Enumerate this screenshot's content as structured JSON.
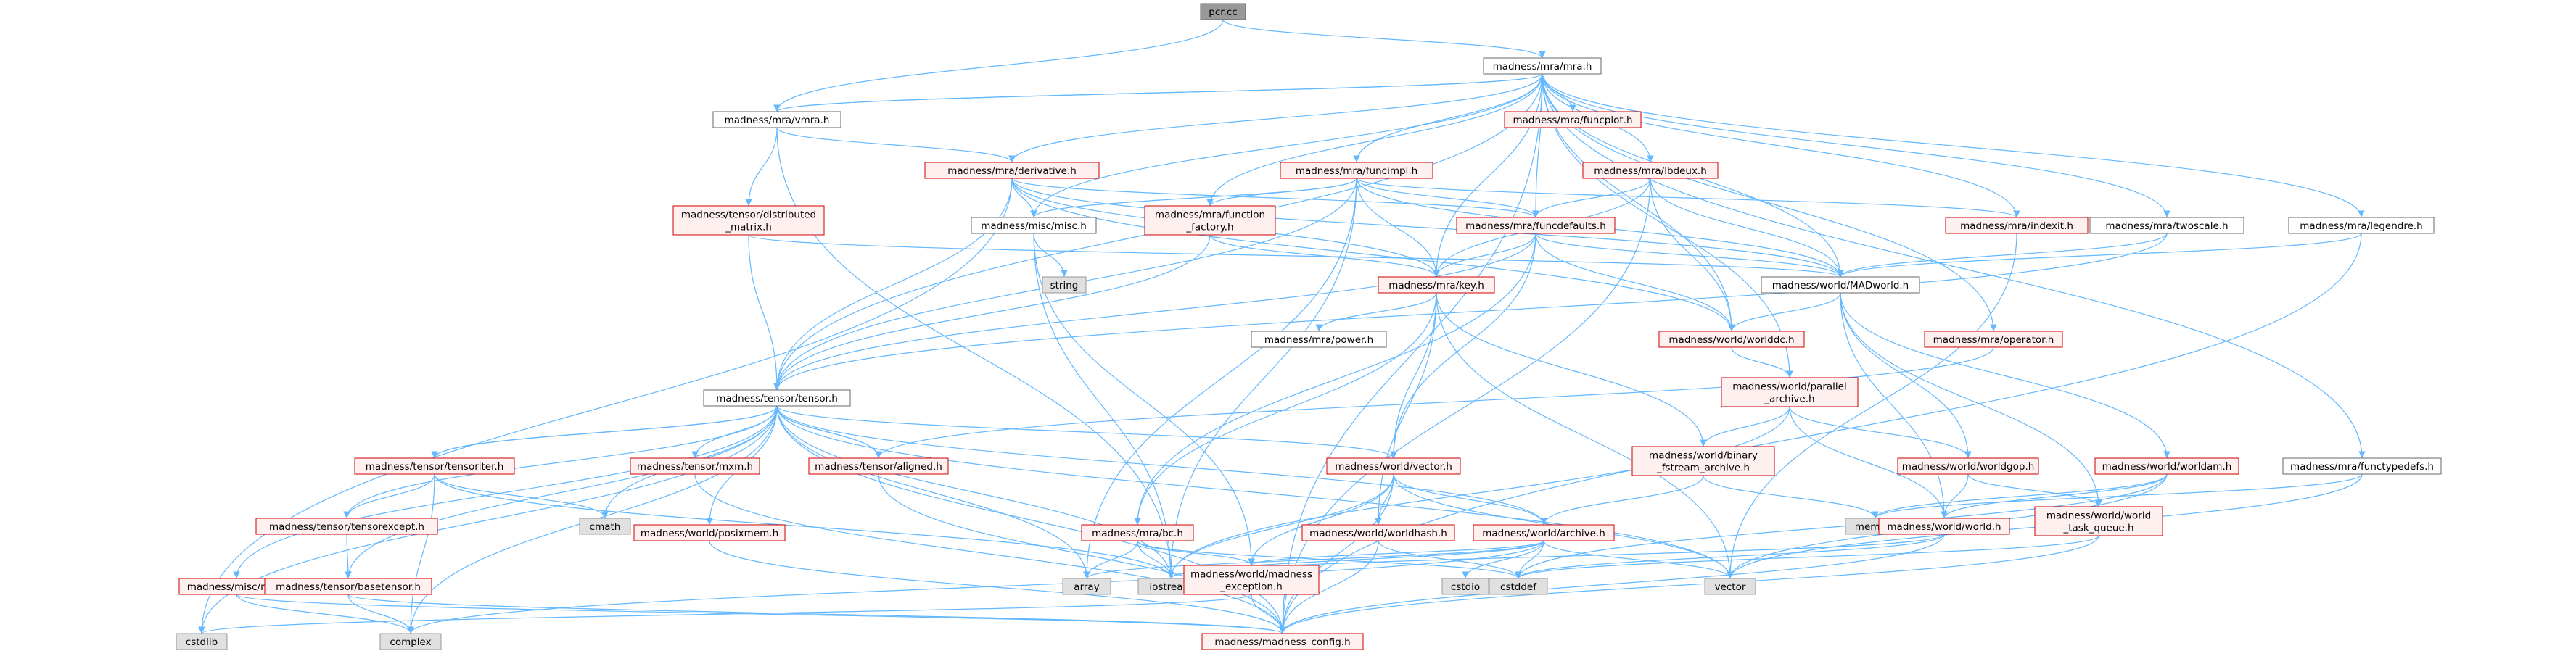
{
  "title": "pcr.cc",
  "colors": {
    "node_red_border": "#cc0000",
    "node_red_fill": "#fff0f0",
    "node_white_border": "#666666",
    "node_white_fill": "#ffffff",
    "node_gray_border": "#999999",
    "node_gray_fill": "#e0e0e0",
    "root_border": "#666666",
    "root_fill": "#999999",
    "edge": "#63b8ff"
  },
  "nodes": [
    {
      "id": "pcr",
      "label": "pcr.cc",
      "kind": "root"
    },
    {
      "id": "mra_h",
      "label": "madness/mra/mra.h",
      "kind": "white"
    },
    {
      "id": "vmra_h",
      "label": "madness/mra/vmra.h",
      "kind": "white"
    },
    {
      "id": "funcplot_h",
      "label": "madness/mra/funcplot.h",
      "kind": "red"
    },
    {
      "id": "derivative_h",
      "label": "madness/mra/derivative.h",
      "kind": "red"
    },
    {
      "id": "funcimpl_h",
      "label": "madness/mra/funcimpl.h",
      "kind": "red"
    },
    {
      "id": "lbdeux_h",
      "label": "madness/mra/lbdeux.h",
      "kind": "red"
    },
    {
      "id": "indexit_h",
      "label": "madness/mra/indexit.h",
      "kind": "red"
    },
    {
      "id": "twoscale_h",
      "label": "madness/mra/twoscale.h",
      "kind": "white"
    },
    {
      "id": "legendre_h",
      "label": "madness/mra/legendre.h",
      "kind": "white"
    },
    {
      "id": "distmat_h",
      "label": [
        "madness/tensor/distributed",
        "_matrix.h"
      ],
      "kind": "red"
    },
    {
      "id": "misc_h",
      "label": "madness/misc/misc.h",
      "kind": "white"
    },
    {
      "id": "funcfactory_h",
      "label": [
        "madness/mra/function",
        "_factory.h"
      ],
      "kind": "red"
    },
    {
      "id": "funcdefaults_h",
      "label": "madness/mra/funcdefaults.h",
      "kind": "red"
    },
    {
      "id": "string",
      "label": "string",
      "kind": "gray"
    },
    {
      "id": "key_h",
      "label": "madness/mra/key.h",
      "kind": "red"
    },
    {
      "id": "madworld_h",
      "label": "madness/world/MADworld.h",
      "kind": "white"
    },
    {
      "id": "power_h",
      "label": "madness/mra/power.h",
      "kind": "white"
    },
    {
      "id": "worlddc_h",
      "label": "madness/world/worlddc.h",
      "kind": "red"
    },
    {
      "id": "operator_h",
      "label": "madness/mra/operator.h",
      "kind": "red"
    },
    {
      "id": "tensor_h",
      "label": "madness/tensor/tensor.h",
      "kind": "white"
    },
    {
      "id": "parallel_archive_h",
      "label": [
        "madness/world/parallel",
        "_archive.h"
      ],
      "kind": "red"
    },
    {
      "id": "tensoriter_h",
      "label": "madness/tensor/tensoriter.h",
      "kind": "red"
    },
    {
      "id": "mxm_h",
      "label": "madness/tensor/mxm.h",
      "kind": "red"
    },
    {
      "id": "aligned_h",
      "label": "madness/tensor/aligned.h",
      "kind": "red"
    },
    {
      "id": "vector_h",
      "label": "madness/world/vector.h",
      "kind": "red"
    },
    {
      "id": "binary_fstream_h",
      "label": [
        "madness/world/binary",
        "_fstream_archive.h"
      ],
      "kind": "red"
    },
    {
      "id": "worldgop_h",
      "label": "madness/world/worldgop.h",
      "kind": "red"
    },
    {
      "id": "worldam_h",
      "label": "madness/world/worldam.h",
      "kind": "red"
    },
    {
      "id": "functypedefs_h",
      "label": "madness/mra/functypedefs.h",
      "kind": "white"
    },
    {
      "id": "cmath",
      "label": "cmath",
      "kind": "gray"
    },
    {
      "id": "tensorexcept_h",
      "label": "madness/tensor/tensorexcept.h",
      "kind": "red"
    },
    {
      "id": "posixmem_h",
      "label": "madness/world/posixmem.h",
      "kind": "red"
    },
    {
      "id": "bc_h",
      "label": "madness/mra/bc.h",
      "kind": "red"
    },
    {
      "id": "worldhash_h",
      "label": "madness/world/worldhash.h",
      "kind": "red"
    },
    {
      "id": "archive_h",
      "label": "madness/world/archive.h",
      "kind": "red"
    },
    {
      "id": "memory",
      "label": "memory",
      "kind": "gray"
    },
    {
      "id": "world_h",
      "label": "madness/world/world.h",
      "kind": "red"
    },
    {
      "id": "task_queue_h",
      "label": [
        "madness/world/world",
        "_task_queue.h"
      ],
      "kind": "red"
    },
    {
      "id": "ran_h",
      "label": "madness/misc/ran.h",
      "kind": "red"
    },
    {
      "id": "basetensor_h",
      "label": "madness/tensor/basetensor.h",
      "kind": "red"
    },
    {
      "id": "array",
      "label": "array",
      "kind": "gray"
    },
    {
      "id": "iostream",
      "label": "iostream",
      "kind": "gray"
    },
    {
      "id": "madness_exception_h",
      "label": [
        "madness/world/madness",
        "_exception.h"
      ],
      "kind": "red"
    },
    {
      "id": "cstdio",
      "label": "cstdio",
      "kind": "gray"
    },
    {
      "id": "cstddef",
      "label": "cstddef",
      "kind": "gray"
    },
    {
      "id": "vector",
      "label": "vector",
      "kind": "gray"
    },
    {
      "id": "cstdlib",
      "label": "cstdlib",
      "kind": "gray"
    },
    {
      "id": "complex",
      "label": "complex",
      "kind": "gray"
    },
    {
      "id": "madness_config_h",
      "label": "madness/madness_config.h",
      "kind": "red"
    }
  ],
  "edges": [
    [
      "pcr",
      "mra_h"
    ],
    [
      "pcr",
      "vmra_h"
    ],
    [
      "mra_h",
      "vmra_h"
    ],
    [
      "mra_h",
      "funcplot_h"
    ],
    [
      "mra_h",
      "derivative_h"
    ],
    [
      "mra_h",
      "funcimpl_h"
    ],
    [
      "mra_h",
      "lbdeux_h"
    ],
    [
      "mra_h",
      "indexit_h"
    ],
    [
      "mra_h",
      "twoscale_h"
    ],
    [
      "mra_h",
      "legendre_h"
    ],
    [
      "mra_h",
      "misc_h"
    ],
    [
      "mra_h",
      "funcfactory_h"
    ],
    [
      "mra_h",
      "funcdefaults_h"
    ],
    [
      "mra_h",
      "key_h"
    ],
    [
      "mra_h",
      "madworld_h"
    ],
    [
      "mra_h",
      "worlddc_h"
    ],
    [
      "mra_h",
      "operator_h"
    ],
    [
      "mra_h",
      "tensor_h"
    ],
    [
      "mra_h",
      "parallel_archive_h"
    ],
    [
      "mra_h",
      "functypedefs_h"
    ],
    [
      "mra_h",
      "madness_config_h"
    ],
    [
      "vmra_h",
      "mra_h"
    ],
    [
      "vmra_h",
      "derivative_h"
    ],
    [
      "vmra_h",
      "distmat_h"
    ],
    [
      "vmra_h",
      "iostream"
    ],
    [
      "derivative_h",
      "misc_h"
    ],
    [
      "derivative_h",
      "funcdefaults_h"
    ],
    [
      "derivative_h",
      "key_h"
    ],
    [
      "derivative_h",
      "madworld_h"
    ],
    [
      "derivative_h",
      "worlddc_h"
    ],
    [
      "derivative_h",
      "tensor_h"
    ],
    [
      "derivative_h",
      "cstdlib"
    ],
    [
      "funcimpl_h",
      "misc_h"
    ],
    [
      "funcimpl_h",
      "funcfactory_h"
    ],
    [
      "funcimpl_h",
      "funcdefaults_h"
    ],
    [
      "funcimpl_h",
      "key_h"
    ],
    [
      "funcimpl_h",
      "madworld_h"
    ],
    [
      "funcimpl_h",
      "indexit_h"
    ],
    [
      "funcimpl_h",
      "tensor_h"
    ],
    [
      "funcimpl_h",
      "array"
    ],
    [
      "funcimpl_h",
      "iostream"
    ],
    [
      "lbdeux_h",
      "funcdefaults_h"
    ],
    [
      "lbdeux_h",
      "key_h"
    ],
    [
      "lbdeux_h",
      "madworld_h"
    ],
    [
      "lbdeux_h",
      "worlddc_h"
    ],
    [
      "lbdeux_h",
      "madness_config_h"
    ],
    [
      "indexit_h",
      "vector"
    ],
    [
      "twoscale_h",
      "madworld_h"
    ],
    [
      "twoscale_h",
      "tensor_h"
    ],
    [
      "legendre_h",
      "madworld_h"
    ],
    [
      "legendre_h",
      "madness_config_h"
    ],
    [
      "distmat_h",
      "madworld_h"
    ],
    [
      "distmat_h",
      "tensor_h"
    ],
    [
      "misc_h",
      "string"
    ],
    [
      "misc_h",
      "iostream"
    ],
    [
      "misc_h",
      "madness_exception_h"
    ],
    [
      "funcfactory_h",
      "key_h"
    ],
    [
      "funcfactory_h",
      "tensor_h"
    ],
    [
      "funcdefaults_h",
      "key_h"
    ],
    [
      "funcdefaults_h",
      "madworld_h"
    ],
    [
      "funcdefaults_h",
      "worlddc_h"
    ],
    [
      "funcdefaults_h",
      "tensor_h"
    ],
    [
      "funcdefaults_h",
      "vector_h"
    ],
    [
      "funcdefaults_h",
      "bc_h"
    ],
    [
      "key_h",
      "power_h"
    ],
    [
      "key_h",
      "vector_h"
    ],
    [
      "key_h",
      "binary_fstream_h"
    ],
    [
      "key_h",
      "worldhash_h"
    ],
    [
      "key_h",
      "bc_h"
    ],
    [
      "key_h",
      "vector"
    ],
    [
      "madworld_h",
      "worlddc_h"
    ],
    [
      "madworld_h",
      "worldgop_h"
    ],
    [
      "madworld_h",
      "worldam_h"
    ],
    [
      "madworld_h",
      "world_h"
    ],
    [
      "madworld_h",
      "task_queue_h"
    ],
    [
      "worlddc_h",
      "parallel_archive_h"
    ],
    [
      "operator_h",
      "aligned_h"
    ],
    [
      "parallel_archive_h",
      "binary_fstream_h"
    ],
    [
      "parallel_archive_h",
      "worldgop_h"
    ],
    [
      "parallel_archive_h",
      "world_h"
    ],
    [
      "parallel_archive_h",
      "iostream"
    ],
    [
      "tensor_h",
      "tensoriter_h"
    ],
    [
      "tensor_h",
      "mxm_h"
    ],
    [
      "tensor_h",
      "aligned_h"
    ],
    [
      "tensor_h",
      "vector_h"
    ],
    [
      "tensor_h",
      "cmath"
    ],
    [
      "tensor_h",
      "tensorexcept_h"
    ],
    [
      "tensor_h",
      "posixmem_h"
    ],
    [
      "tensor_h",
      "archive_h"
    ],
    [
      "tensor_h",
      "ran_h"
    ],
    [
      "tensor_h",
      "basetensor_h"
    ],
    [
      "tensor_h",
      "array"
    ],
    [
      "tensor_h",
      "iostream"
    ],
    [
      "tensor_h",
      "cstdlib"
    ],
    [
      "tensor_h",
      "complex"
    ],
    [
      "tensor_h",
      "vector"
    ],
    [
      "tensor_h",
      "madness_config_h"
    ],
    [
      "tensoriter_h",
      "tensor_h"
    ],
    [
      "tensoriter_h",
      "cmath"
    ],
    [
      "tensoriter_h",
      "tensorexcept_h"
    ],
    [
      "tensoriter_h",
      "iostream"
    ],
    [
      "tensoriter_h",
      "complex"
    ],
    [
      "mxm_h",
      "madness_config_h"
    ],
    [
      "aligned_h",
      "tensor_h"
    ],
    [
      "aligned_h",
      "madness_config_h"
    ],
    [
      "vector_h",
      "worldhash_h"
    ],
    [
      "vector_h",
      "archive_h"
    ],
    [
      "vector_h",
      "iostream"
    ],
    [
      "vector_h",
      "madness_exception_h"
    ],
    [
      "vector_h",
      "vector"
    ],
    [
      "vector_h",
      "madness_config_h"
    ],
    [
      "binary_fstream_h",
      "archive_h"
    ],
    [
      "binary_fstream_h",
      "memory"
    ],
    [
      "worldgop_h",
      "world_h"
    ],
    [
      "worldgop_h",
      "task_queue_h"
    ],
    [
      "worldam_h",
      "world_h"
    ],
    [
      "worldam_h",
      "memory"
    ],
    [
      "worldam_h",
      "vector"
    ],
    [
      "worldam_h",
      "cstddef"
    ],
    [
      "functypedefs_h",
      "memory"
    ],
    [
      "functypedefs_h",
      "vector"
    ],
    [
      "tensorexcept_h",
      "basetensor_h"
    ],
    [
      "posixmem_h",
      "madness_config_h"
    ],
    [
      "bc_h",
      "array"
    ],
    [
      "bc_h",
      "iostream"
    ],
    [
      "bc_h",
      "madness_exception_h"
    ],
    [
      "bc_h",
      "cstddef"
    ],
    [
      "worldhash_h",
      "cstddef"
    ],
    [
      "worldhash_h",
      "madness_config_h"
    ],
    [
      "archive_h",
      "array"
    ],
    [
      "archive_h",
      "iostream"
    ],
    [
      "archive_h",
      "madness_exception_h"
    ],
    [
      "archive_h",
      "cstdio"
    ],
    [
      "archive_h",
      "cstddef"
    ],
    [
      "archive_h",
      "vector"
    ],
    [
      "archive_h",
      "complex"
    ],
    [
      "world_h",
      "iostream"
    ],
    [
      "world_h",
      "cstddef"
    ],
    [
      "world_h",
      "madness_config_h"
    ],
    [
      "task_queue_h",
      "madness_config_h"
    ],
    [
      "task_queue_h",
      "cstddef"
    ],
    [
      "ran_h",
      "complex"
    ],
    [
      "ran_h",
      "madness_config_h"
    ],
    [
      "basetensor_h",
      "complex"
    ],
    [
      "basetensor_h",
      "madness_config_h"
    ],
    [
      "madness_exception_h",
      "madness_config_h"
    ],
    [
      "madness_exception_h",
      "cstdlib"
    ]
  ]
}
